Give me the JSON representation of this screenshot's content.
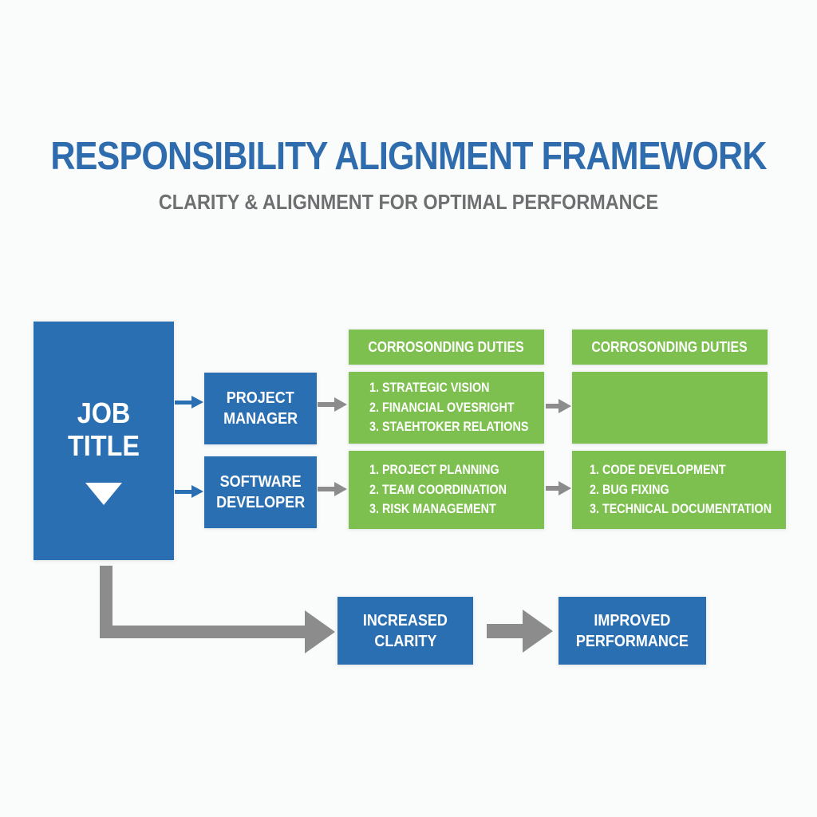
{
  "title": "RESPONSIBILITY ALIGNMENT FRAMEWORK",
  "subtitle": "CLARITY & ALIGNMENT FOR OPTIMAL PERFORMANCE",
  "colors": {
    "blue": "#2b6fb3",
    "green": "#7dc04f",
    "gray": "#8c8c8c",
    "title_blue": "#2e6cae",
    "subtitle_gray": "#6e6f71",
    "bg": "#fafbfb"
  },
  "job_box": {
    "line1": "JOB",
    "line2": "TITLE"
  },
  "roles": [
    {
      "line1": "PROJECT",
      "line2": "MANAGER"
    },
    {
      "line1": "SOFTWARE",
      "line2": "DEVELOPER"
    }
  ],
  "duties_columns": [
    {
      "header": "CORROSONDING DUTIES",
      "boxes": [
        {
          "items": [
            "1. STRATEGIC VISION",
            "2. FINANCIAL OVESRIGHT",
            "3. STAEHTOKER RELATIONS"
          ]
        },
        {
          "items": [
            "1. PROJECT PLANNING",
            "2. TEAM COORDINATION",
            "3. RISK MANAGEMENT"
          ]
        }
      ]
    },
    {
      "header": "CORROSONDING DUTIES",
      "boxes": [
        {
          "items": []
        },
        {
          "items": [
            "1. CODE DEVELOPMENT",
            "2. BUG FIXING",
            "3. TECHNICAL DOCUMENTATION"
          ]
        }
      ]
    }
  ],
  "outcomes": [
    {
      "line1": "INCREASED",
      "line2": "CLARITY"
    },
    {
      "line1": "IMPROVED",
      "line2": "PERFORMANCE"
    }
  ]
}
